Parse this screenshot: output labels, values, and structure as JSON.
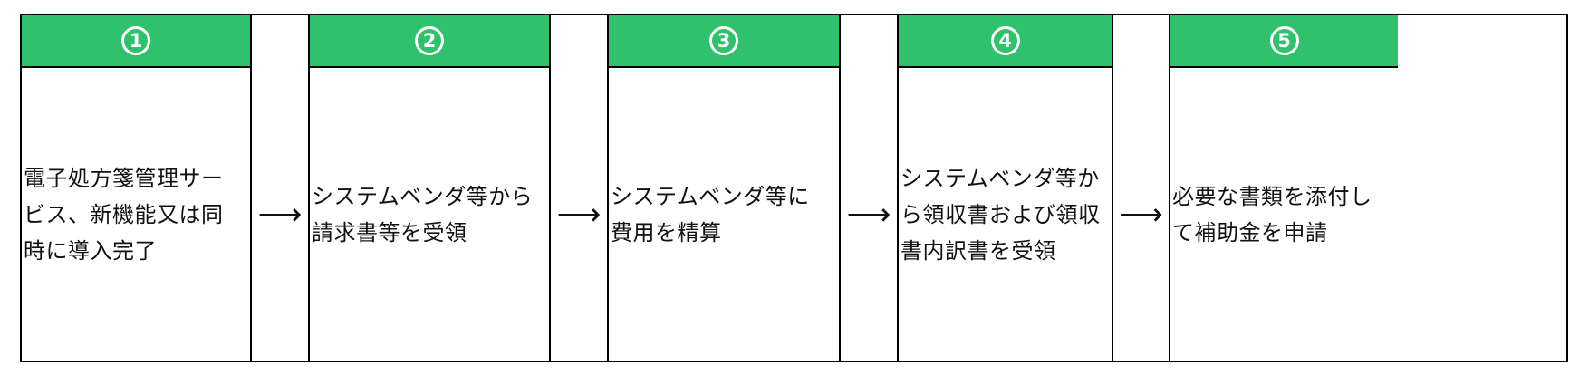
{
  "colors": {
    "header_green": "#2fc16b",
    "border": "#000000",
    "number_text": "#ffffff"
  },
  "connector_icon": "right-arrow-icon",
  "connector_glyph": "⟶",
  "steps": [
    {
      "number": "1",
      "text": "電子処方箋管理サー\nビス、新機能又は同\n時に導入完了"
    },
    {
      "number": "2",
      "text": "システムベンダ等から\n請求書等を受領"
    },
    {
      "number": "3",
      "text": "システムベンダ等に\n費用を精算"
    },
    {
      "number": "4",
      "text": "システムベンダ等か\nら領収書および領収\n書内訳書を受領"
    },
    {
      "number": "5",
      "text": "必要な書類を添付し\nて補助金を申請"
    }
  ]
}
